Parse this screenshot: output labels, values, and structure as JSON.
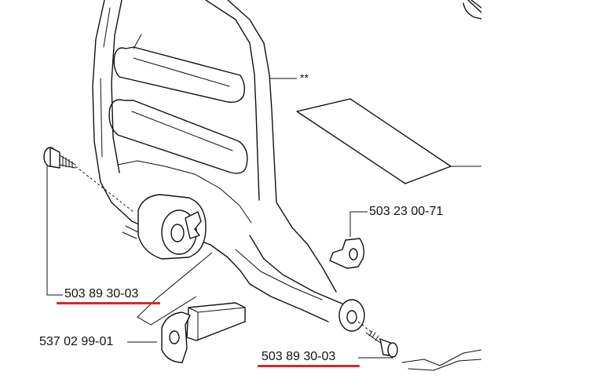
{
  "labels": {
    "note_mark": "**",
    "part_a": "503 23 00-71",
    "part_b": "503 89 30-03",
    "part_c": "537 02 99-01",
    "part_d": "503 89 30-03"
  },
  "colors": {
    "line": "#111111",
    "highlight_underline": "#d9262c",
    "background": "#ffffff"
  }
}
